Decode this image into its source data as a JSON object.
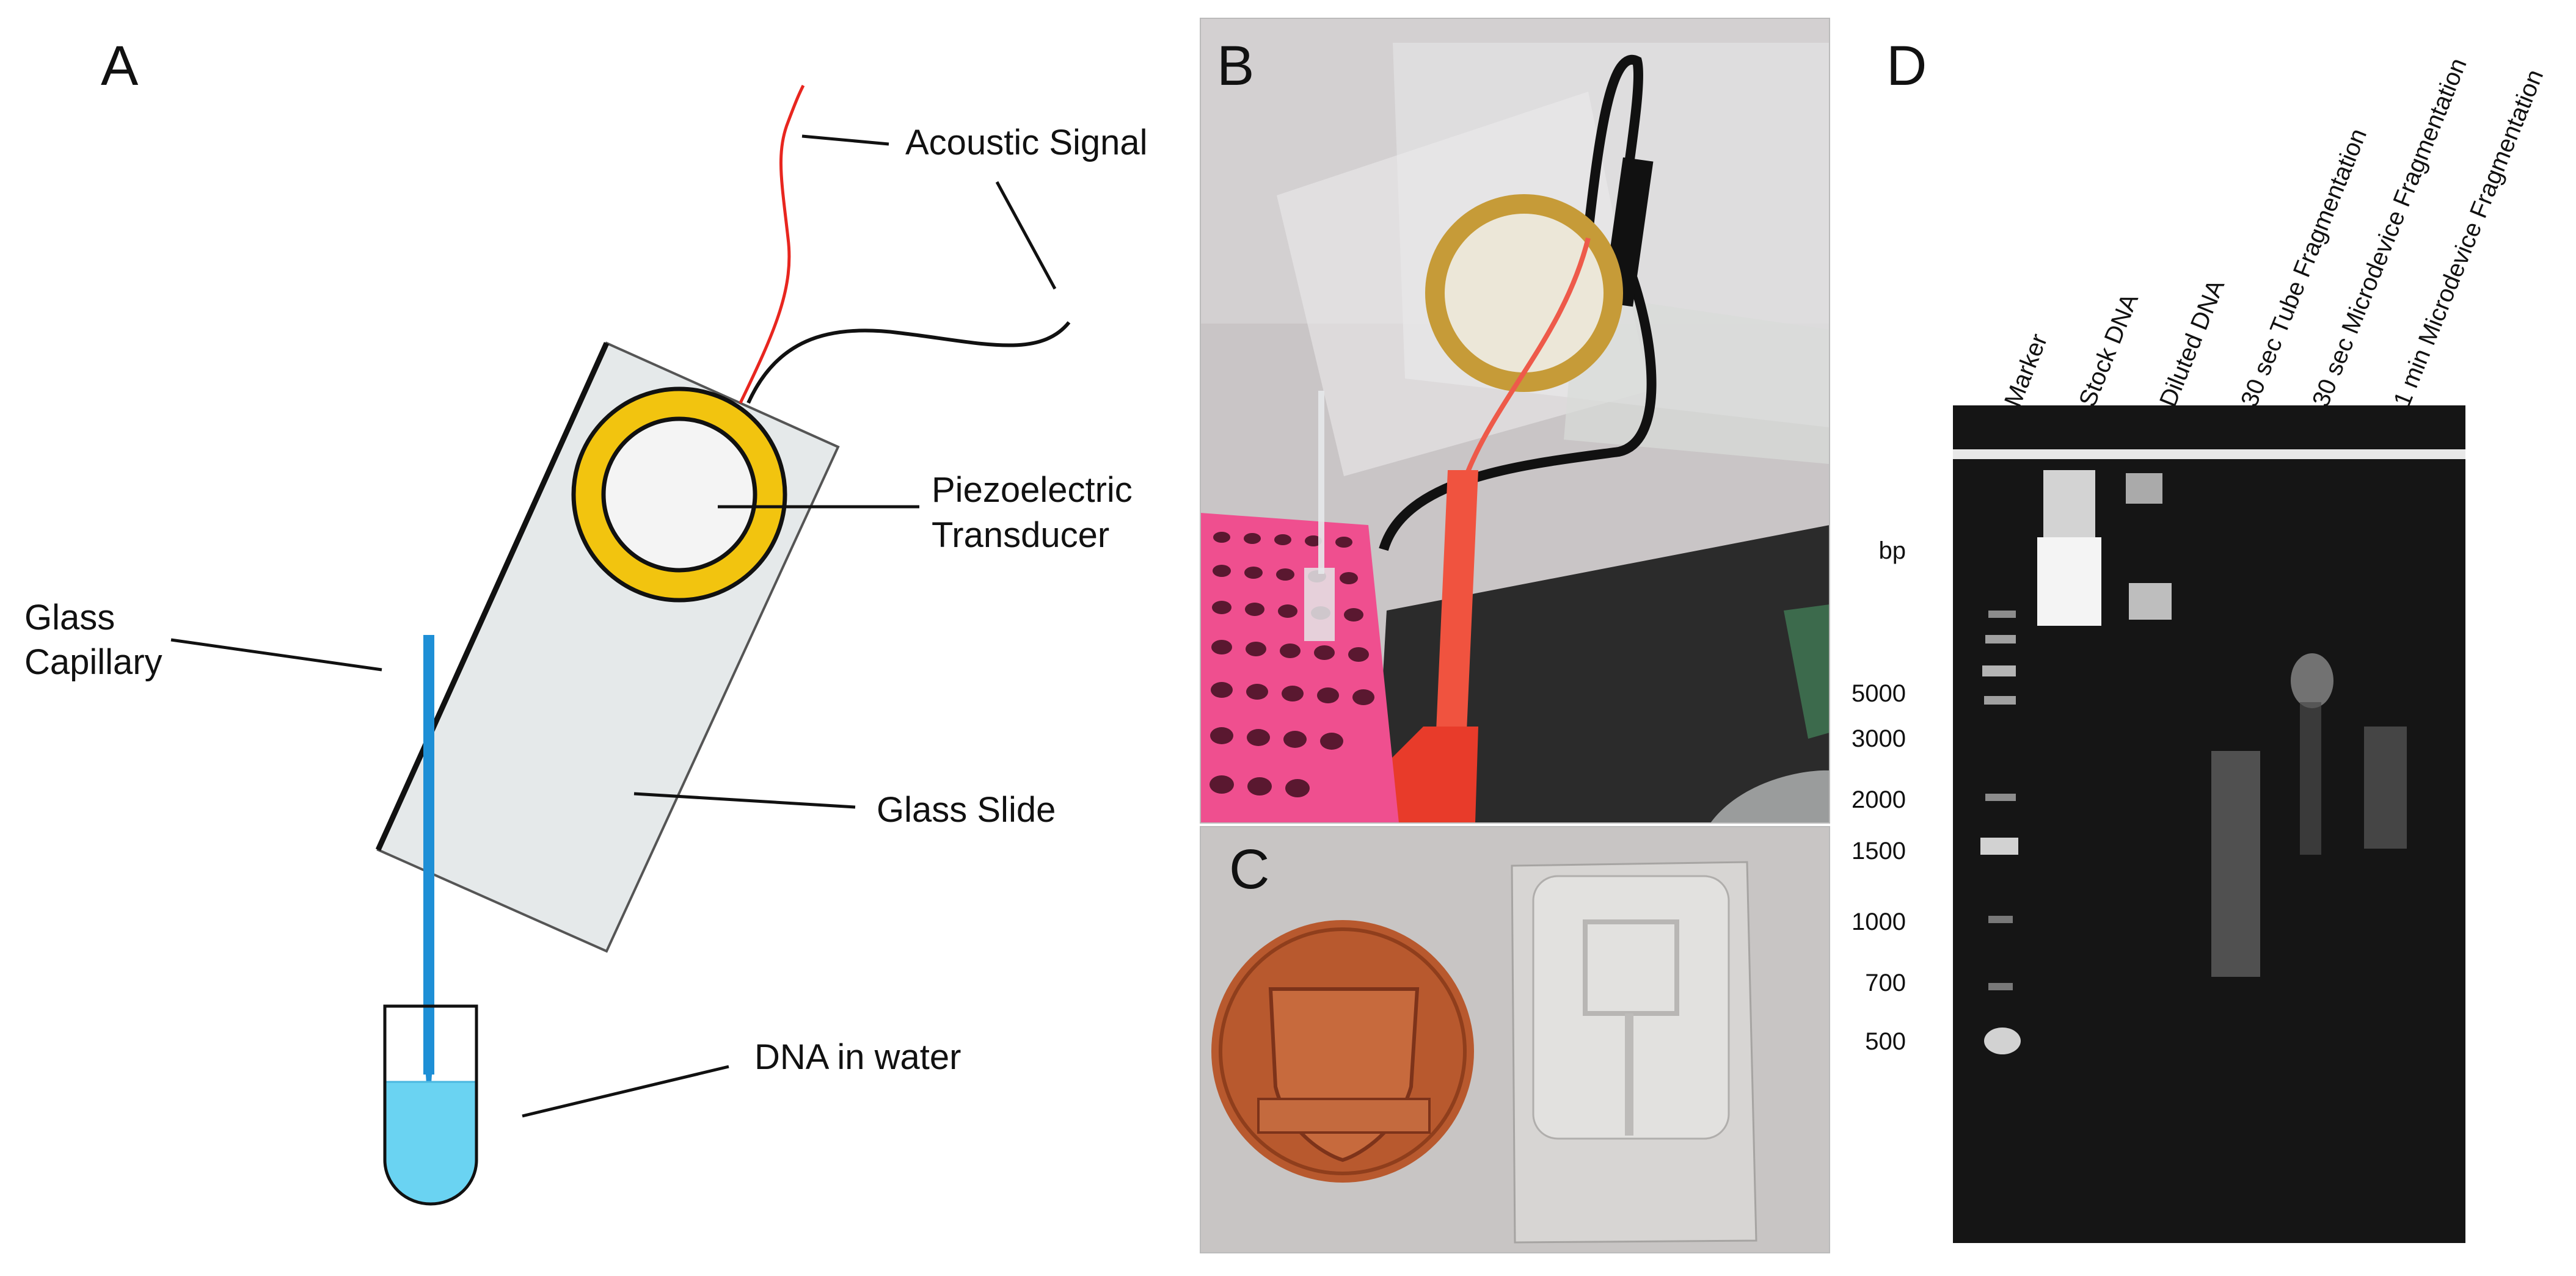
{
  "panels": {
    "a": "A",
    "b": "B",
    "c": "C",
    "d": "D"
  },
  "panel_a": {
    "acoustic_signal": "Acoustic Signal",
    "piezo_line1": "Piezoelectric",
    "piezo_line2": "Transducer",
    "capillary_line1": "Glass",
    "capillary_line2": "Capillary",
    "glass_slide": "Glass Slide",
    "dna_in_water": "DNA in water"
  },
  "panel_d": {
    "lanes": [
      "Marker",
      "Stock DNA",
      "Diluted DNA",
      "30 sec Tube Fragmentation",
      "30 sec Microdevice Fragmentation",
      "1 min Microdevice Fragmentation"
    ],
    "bp_title": "bp",
    "bp_ticks": [
      "5000",
      "3000",
      "2000",
      "1500",
      "1000",
      "700",
      "500"
    ]
  },
  "colors": {
    "piezo_ring": "#f2c40f",
    "capillary": "#1e8fd6",
    "water": "#6ad3f2",
    "slide": "#e5e9ea",
    "red_wire": "#e8261f",
    "gel_bg": "#151515",
    "rack": "#ef4f8f",
    "penny": "#b8592e"
  }
}
